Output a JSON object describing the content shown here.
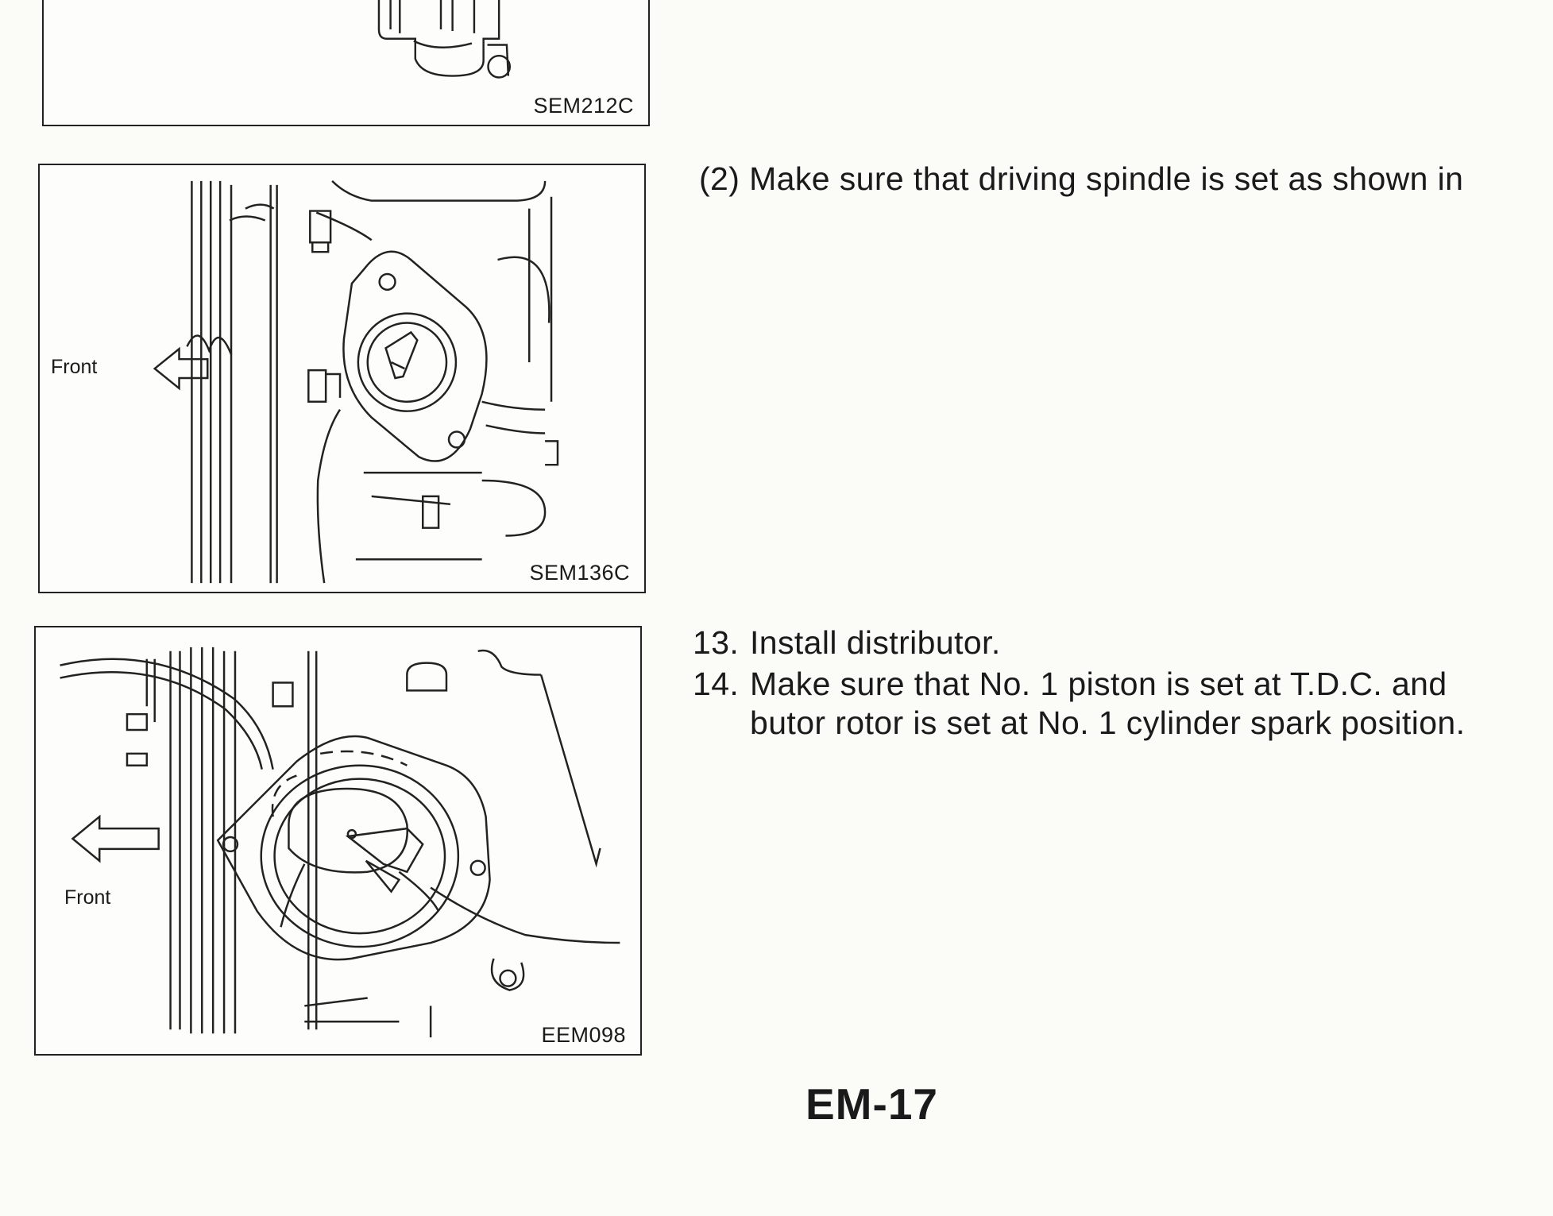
{
  "figures": [
    {
      "code": "SEM212C"
    },
    {
      "code": "SEM136C",
      "front_label": "Front"
    },
    {
      "code": "EEM098",
      "front_label": "Front"
    }
  ],
  "instructions": {
    "substep_2": "(2) Make sure that driving spindle is set as shown in",
    "step_13": {
      "number": "13.",
      "text": "Install distributor."
    },
    "step_14": {
      "number": "14.",
      "line1": "Make sure that No. 1 piston is set at T.D.C. and",
      "line2": "butor rotor is set at No. 1 cylinder spark position."
    }
  },
  "page_number": "EM-17"
}
